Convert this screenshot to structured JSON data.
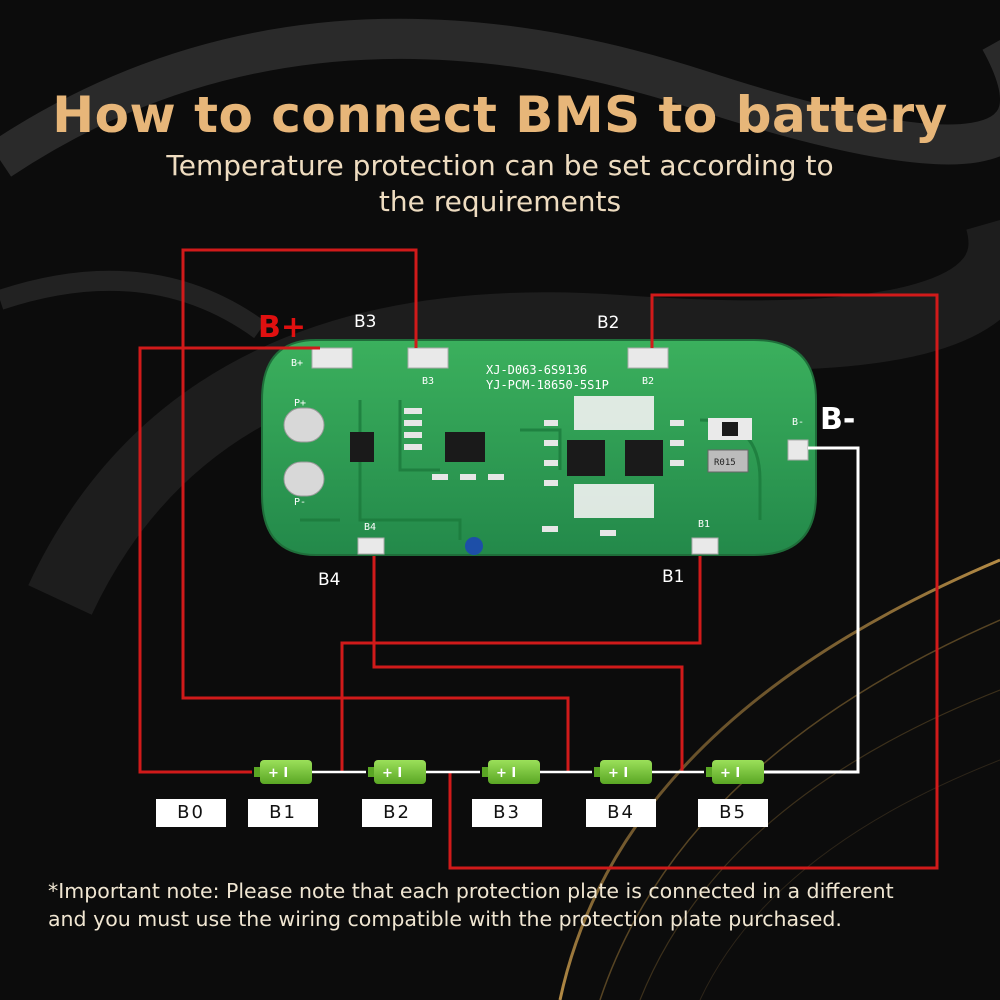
{
  "title": "How to connect BMS to battery",
  "subtitle_line1": "Temperature protection can be set according to",
  "subtitle_line2": "the requirements",
  "board": {
    "silk_model1": "XJ-D063-6S9136",
    "silk_model2": "YJ-PCM-18650-5S1P",
    "silk_bplus": "B+",
    "silk_b3": "B3",
    "silk_b2": "B2",
    "silk_b4": "B4",
    "silk_b1": "B1",
    "silk_bminus": "B-",
    "silk_pplus": "P+",
    "silk_pminus": "P-",
    "silk_r015": "R015"
  },
  "labels": {
    "b_plus": "B+",
    "b_minus": "B-",
    "b3": "B3",
    "b2": "B2",
    "b4": "B4",
    "b1": "B1"
  },
  "cell_symbol": "+ I",
  "tags": [
    "B0",
    "B1",
    "B2",
    "B3",
    "B4",
    "B5"
  ],
  "note_line1": "*Important note: Please note that each protection plate is connected in a different",
  "note_line2": "and you must use the wiring compatible with the protection plate purchased.",
  "colors": {
    "title": "#e7b679",
    "wire_red": "#d11a1a",
    "wire_white": "#ffffff",
    "pcb": "#2d9e4e",
    "cell": "#7fc83a",
    "b_plus_label": "#e01010"
  }
}
